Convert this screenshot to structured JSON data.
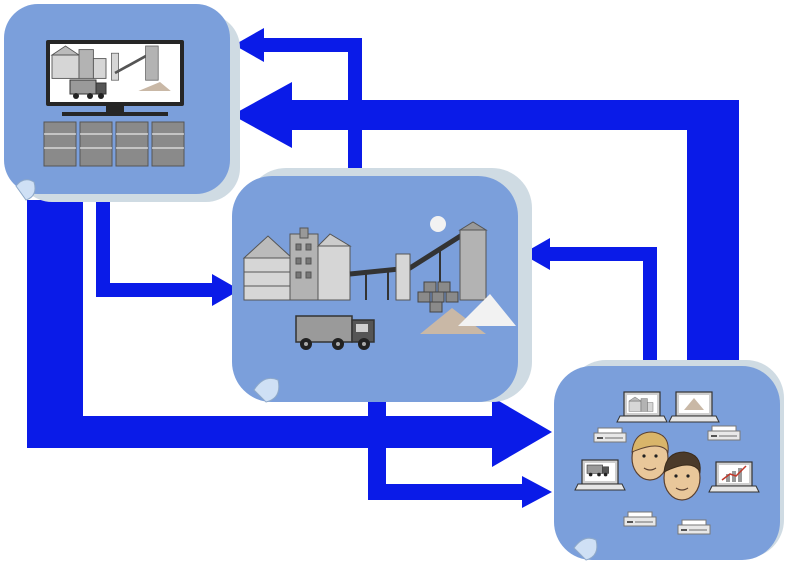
{
  "colors": {
    "background": "#ffffff",
    "panel_fill": "#7b9fdb",
    "panel_shadow": "#cfdbe3",
    "arrow": "#0a1be8",
    "building_light": "#d6d6d6",
    "building_mid": "#b3b3b3",
    "building_dark": "#777777",
    "building_outline": "#555555",
    "monitor_frame": "#262626",
    "server": "#8a8a8a",
    "sand": "#c9b8a6",
    "snow": "#f2f2f2",
    "skin": "#e9c79a",
    "hair_blond": "#d9b56a",
    "hair_dark": "#4b3a2a"
  },
  "nodes": [
    {
      "id": "control-room",
      "icons": [
        "monitor-icon",
        "plant-icon",
        "truck-icon",
        "server-rack-icon"
      ]
    },
    {
      "id": "plant",
      "icons": [
        "building-icon",
        "silo-icon",
        "conveyor-icon",
        "truck-icon",
        "sand-pile-icon",
        "moon-icon"
      ]
    },
    {
      "id": "office",
      "icons": [
        "laptop-icon",
        "printer-icon",
        "person-icon",
        "bar-chart-icon",
        "truck-icon"
      ]
    }
  ],
  "edges": [
    {
      "id": "plant-to-control",
      "from": "plant",
      "to": "control-room"
    },
    {
      "id": "office-to-control",
      "from": "office",
      "to": "control-room"
    },
    {
      "id": "control-to-plant",
      "from": "control-room",
      "to": "plant"
    },
    {
      "id": "control-to-office",
      "from": "control-room",
      "to": "office"
    },
    {
      "id": "plant-to-office",
      "from": "plant",
      "to": "office"
    },
    {
      "id": "office-to-plant",
      "from": "office",
      "to": "plant"
    }
  ]
}
